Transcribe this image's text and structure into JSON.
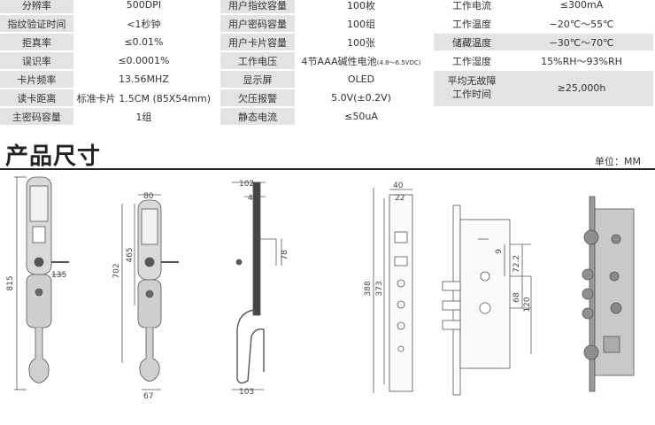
{
  "specs": {
    "table1": [
      {
        "label": "分辨率",
        "value": "500DPI"
      },
      {
        "label": "指纹验证时间",
        "value": "<1秒钟"
      },
      {
        "label": "拒真率",
        "value": "≤0.01%"
      },
      {
        "label": "误识率",
        "value": "≤0.0001%"
      },
      {
        "label": "卡片频率",
        "value": "13.56MHZ"
      },
      {
        "label": "读卡距离",
        "value": "标准卡片 1.5CM (85X54mm)"
      },
      {
        "label": "主密码容量",
        "value": "1组"
      }
    ],
    "table2": [
      {
        "label": "用户指纹容量",
        "value": "100枚"
      },
      {
        "label": "用户密码容量",
        "value": "100组"
      },
      {
        "label": "用户卡片容量",
        "value": "100张"
      },
      {
        "label": "工作电压",
        "value": "4节AAA碱性电池",
        "value_note": "(4.8～6.5VDC)"
      },
      {
        "label": "显示屏",
        "value": "OLED"
      },
      {
        "label": "欠压报警",
        "value": "5.0V(±0.2V)"
      },
      {
        "label": "静态电流",
        "value": "≤50uA"
      }
    ],
    "table3": [
      {
        "label": "工作电流",
        "value": "≤300mA"
      },
      {
        "label": "工作温度",
        "value": "−20℃～55℃"
      },
      {
        "label": "储藏温度",
        "value": "−30℃～70℃"
      },
      {
        "label": "工作湿度",
        "value": "15%RH～93%RH"
      },
      {
        "label": "平均无故障\n工作时间",
        "value": "≥25,000h"
      }
    ]
  },
  "section": {
    "title": "产品尺寸",
    "unit": "单位：MM"
  },
  "dimensions": {
    "front_height": "815",
    "front_spindle": "135",
    "back_height": "702",
    "back_inner": "465",
    "back_width": "80",
    "back_base": "67",
    "side_depth": "102",
    "side_plate": "45",
    "side_step": "78",
    "side_handle": "103",
    "lock_width": "40",
    "lock_inner": "22",
    "lock_total": "388",
    "lock_body": "373",
    "body_a": "9",
    "body_b": "72.2",
    "body_c": "68",
    "body_d": "120"
  },
  "colors": {
    "table_key_bg": "#e3e3e3",
    "rule": "#222222",
    "line": "#555555"
  }
}
